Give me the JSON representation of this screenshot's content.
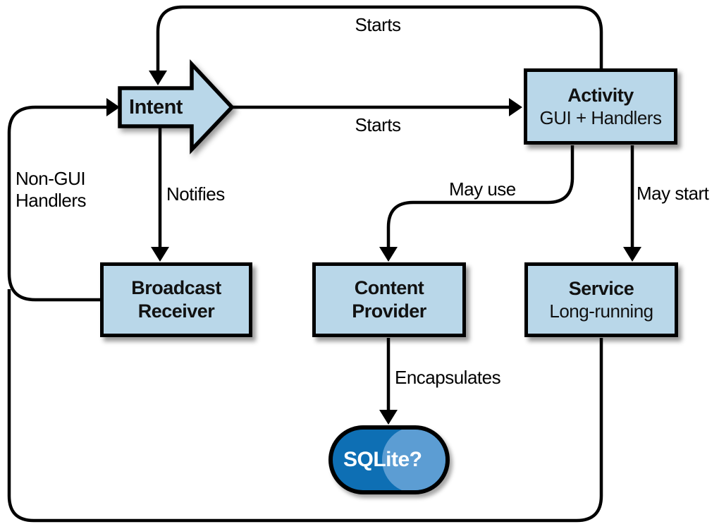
{
  "diagram": {
    "title_hint": "Android application components diagram",
    "nodes": {
      "intent": {
        "label": "Intent"
      },
      "activity": {
        "title": "Activity",
        "subtitle": "GUI + Handlers"
      },
      "broadcast_receiver": {
        "line1": "Broadcast",
        "line2": "Receiver"
      },
      "content_provider": {
        "line1": "Content",
        "line2": "Provider"
      },
      "service": {
        "title": "Service",
        "subtitle": "Long-running"
      },
      "sqlite": {
        "label": "SQLite?"
      }
    },
    "edge_labels": {
      "starts_top": "Starts",
      "starts_mid": "Starts",
      "notifies": "Notifies",
      "non_gui_line1": "Non-GUI",
      "non_gui_line2": "Handlers",
      "may_use": "May use",
      "may_start": "May start",
      "encapsulates": "Encapsulates"
    },
    "colors": {
      "node_fill": "#b9d7e9",
      "node_border": "#000000",
      "line": "#000000",
      "sqlite_fill": "#0e6fb4",
      "sqlite_highlight": "#6aa6d8",
      "sqlite_text": "#ffffff"
    }
  }
}
